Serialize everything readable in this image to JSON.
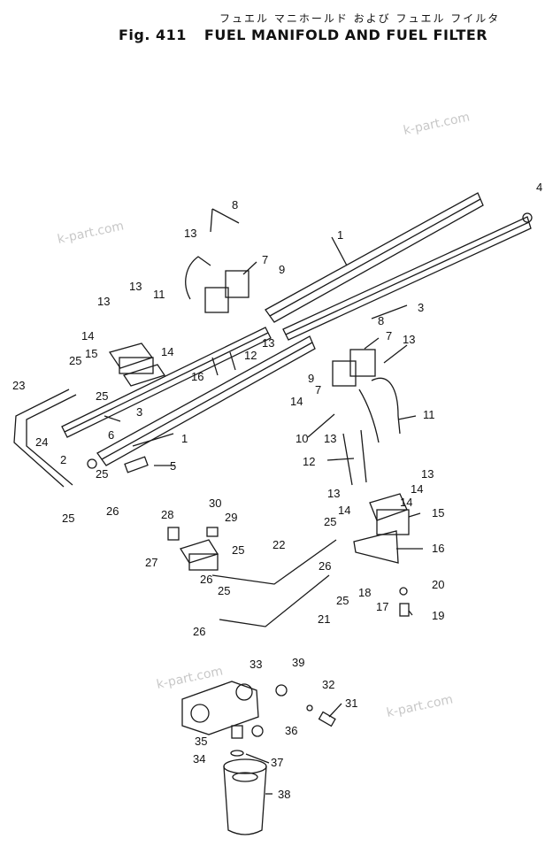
{
  "header": {
    "subtitle_jp": "フュエル マニホールド および フュエル フイルタ",
    "fig_label": "Fig. 411",
    "title": "FUEL MANIFOLD AND FUEL FILTER"
  },
  "watermark": "k-part.com",
  "callouts": [
    "1",
    "2",
    "3",
    "4",
    "5",
    "6",
    "7",
    "8",
    "9",
    "10",
    "11",
    "12",
    "13",
    "14",
    "15",
    "16",
    "17",
    "18",
    "19",
    "20",
    "21",
    "22",
    "23",
    "24",
    "25",
    "26",
    "27",
    "28",
    "29",
    "30",
    "31",
    "32",
    "33",
    "34",
    "35",
    "36",
    "37",
    "38",
    "39"
  ]
}
